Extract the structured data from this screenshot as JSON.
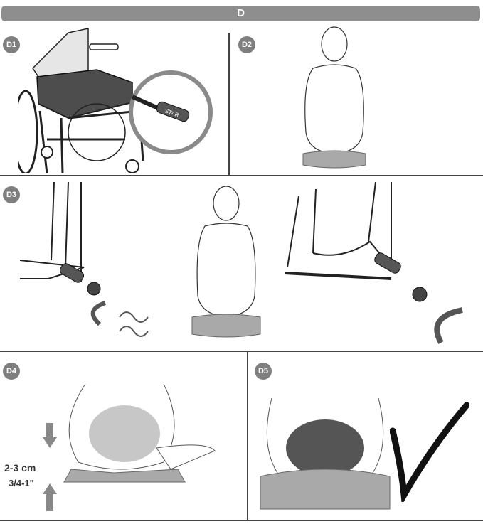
{
  "header": {
    "title": "D"
  },
  "steps": [
    {
      "id": "D1"
    },
    {
      "id": "D2"
    },
    {
      "id": "D3"
    },
    {
      "id": "D4"
    },
    {
      "id": "D5"
    }
  ],
  "d1": {
    "valve_label": "STAR"
  },
  "d4": {
    "measure_metric": "2-3 cm",
    "measure_imperial": "3/4-1\""
  },
  "colors": {
    "badge": "#7f7f7f",
    "header": "#8e8e8e",
    "cushion": "#a9a9a9"
  }
}
